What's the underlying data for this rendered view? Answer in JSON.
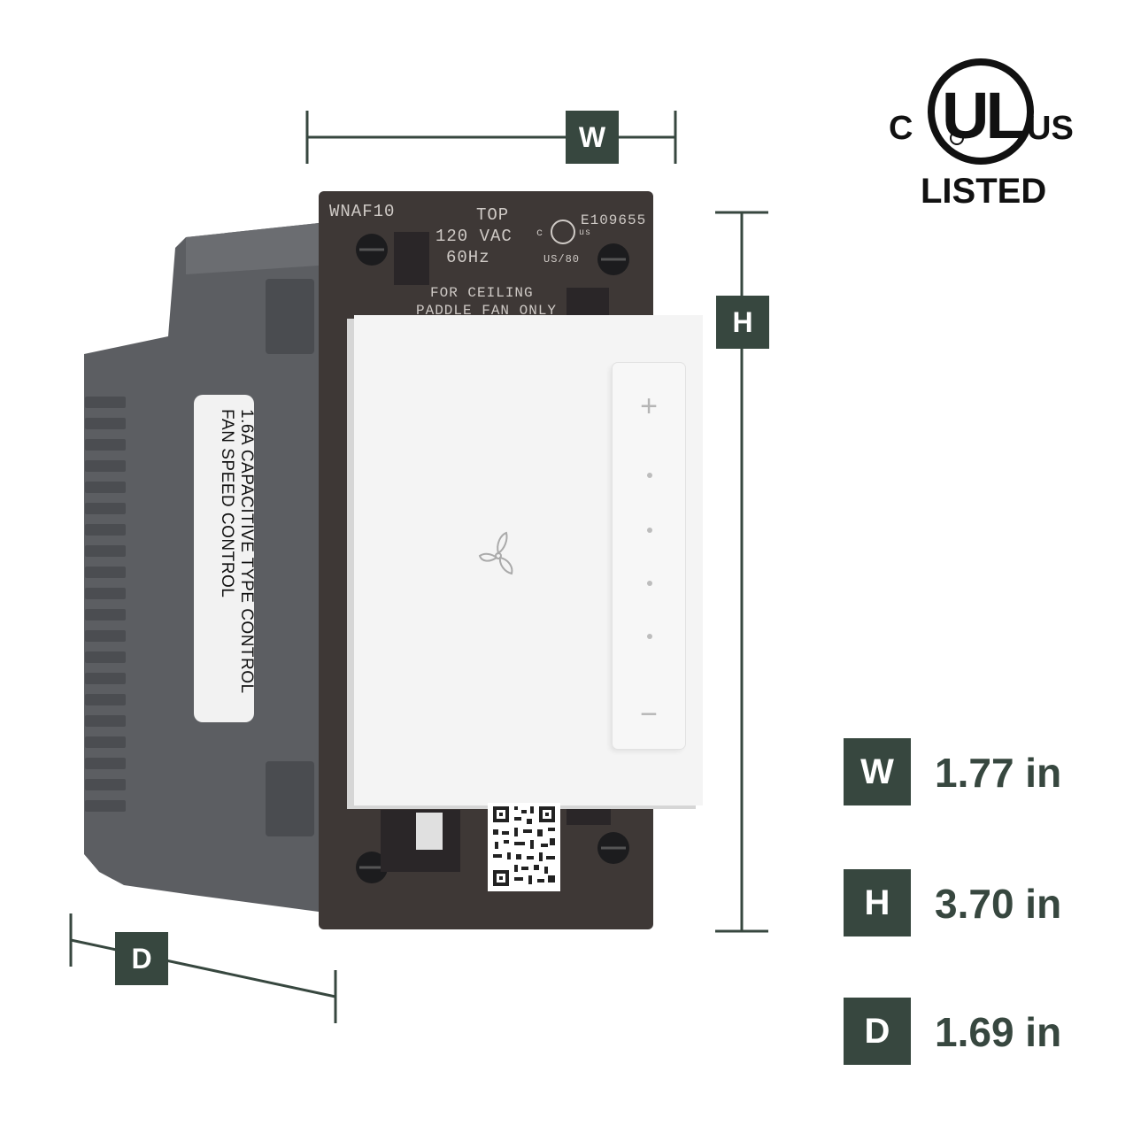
{
  "dimension_labels": {
    "width": "W",
    "height": "H",
    "depth": "D"
  },
  "specs": [
    {
      "label": "W",
      "value": "1.77 in"
    },
    {
      "label": "H",
      "value": "3.70 in"
    },
    {
      "label": "D",
      "value": "1.69 in"
    }
  ],
  "certification": {
    "left": "C",
    "mark": "UL",
    "right": "US",
    "status": "LISTED"
  },
  "device": {
    "plate_model": "WNAF10",
    "plate_top": "TOP",
    "plate_voltage": "120 VAC",
    "plate_frequency": "60Hz",
    "plate_fan_line1": "FOR CEILING",
    "plate_fan_line2": "PADDLE FAN ONLY",
    "plate_file_no": "E109655",
    "plate_mini_left": "c",
    "plate_mini_right": "us",
    "plate_mini_sub": "US/80",
    "label_lines": [
      "1.6A CAPACITIVE TYPE CONTROL",
      "FAN SPEED CONTROL"
    ],
    "paddle_plus": "+",
    "paddle_minus": "−"
  },
  "colors": {
    "accent": "#37473f",
    "housing": "#5c5e62",
    "plate": "#3e3836",
    "faceplate": "#f4f4f4"
  },
  "icons": [
    "fan-icon",
    "qr-code",
    "screw-icon",
    "ul-listed-logo"
  ]
}
